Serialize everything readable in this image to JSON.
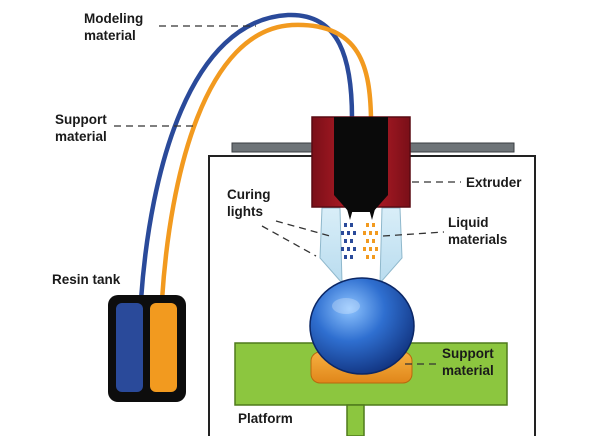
{
  "labels": {
    "modeling_material": [
      "Modeling",
      "material"
    ],
    "support_material_feed": [
      "Support",
      "material"
    ],
    "resin_tank": "Resin tank",
    "extruder": "Extruder",
    "curing_lights": [
      "Curing",
      "lights"
    ],
    "liquid_materials": [
      "Liquid",
      "materials"
    ],
    "support_material_base": [
      "Support",
      "material"
    ],
    "platform": "Platform"
  },
  "colors": {
    "modeling_material": "#2a4a9a",
    "support_material": "#f29a1f",
    "extruder_body": "#c01f2a",
    "extruder_core": "#0a0a0a",
    "platform": "#8cc63f",
    "printed_object": "#2f6fd0",
    "light_beam": "#cfe8f5",
    "tank_frame": "#0d0d0d",
    "chamber_outline": "#222222"
  },
  "icons": {
    "printed_object": "sphere-icon",
    "resin_tank": "tank-icon",
    "extruder": "print-head-icon"
  }
}
